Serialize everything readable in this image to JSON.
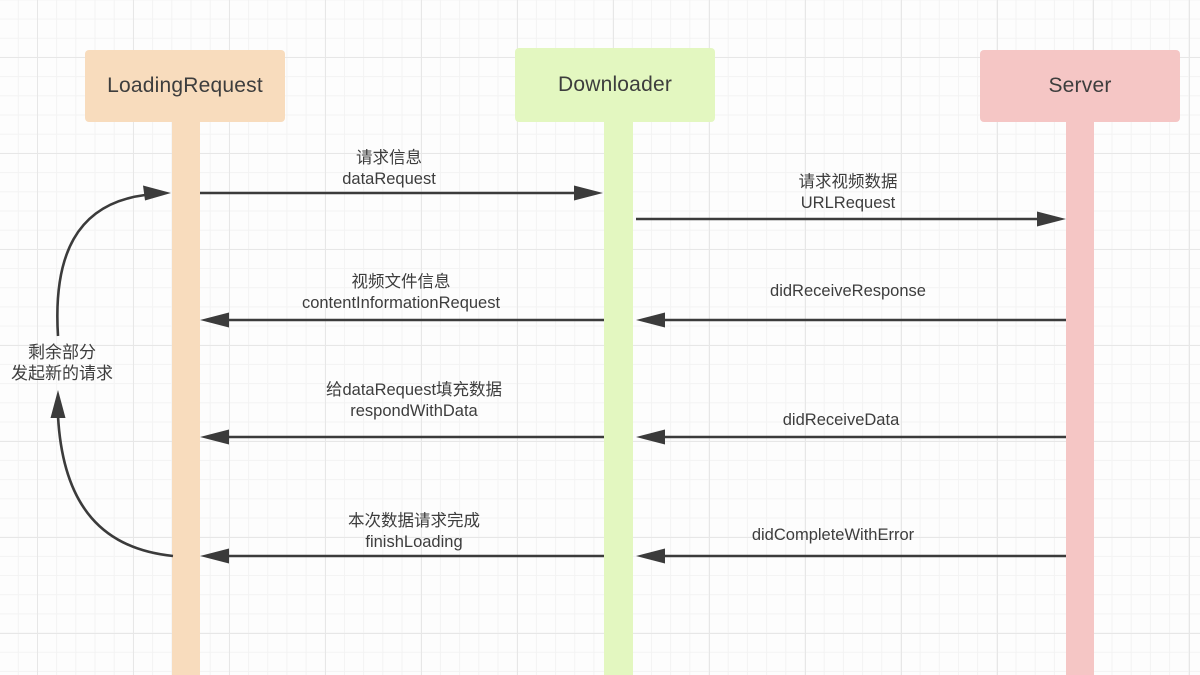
{
  "diagram": {
    "participants": [
      {
        "name": "LoadingRequest",
        "color": "#f8dcbd"
      },
      {
        "name": "Downloader",
        "color": "#e3f7c0"
      },
      {
        "name": "Server",
        "color": "#f5c6c5"
      }
    ],
    "messages": [
      {
        "label_zh": "请求信息",
        "label_en": "dataRequest",
        "from": "LoadingRequest",
        "to": "Downloader",
        "direction": "right"
      },
      {
        "label_zh": "请求视频数据",
        "label_en": "URLRequest",
        "from": "Downloader",
        "to": "Server",
        "direction": "right"
      },
      {
        "label_zh": "视频文件信息",
        "label_en": "contentInformationRequest",
        "from": "Downloader",
        "to": "LoadingRequest",
        "direction": "left"
      },
      {
        "label_zh": "",
        "label_en": "didReceiveResponse",
        "from": "Server",
        "to": "Downloader",
        "direction": "left"
      },
      {
        "label_zh": "给dataRequest填充数据",
        "label_en": "respondWithData",
        "from": "Downloader",
        "to": "LoadingRequest",
        "direction": "left"
      },
      {
        "label_zh": "",
        "label_en": "didReceiveData",
        "from": "Server",
        "to": "Downloader",
        "direction": "left"
      },
      {
        "label_zh": "本次数据请求完成",
        "label_en": "finishLoading",
        "from": "Downloader",
        "to": "LoadingRequest",
        "direction": "left"
      },
      {
        "label_zh": "",
        "label_en": "didCompleteWithError",
        "from": "Server",
        "to": "Downloader",
        "direction": "left"
      }
    ],
    "loop_note": {
      "line1": "剩余部分",
      "line2": "发起新的请求"
    },
    "colors": {
      "arrow": "#3b3b3b",
      "text": "#3d3d3d"
    }
  }
}
